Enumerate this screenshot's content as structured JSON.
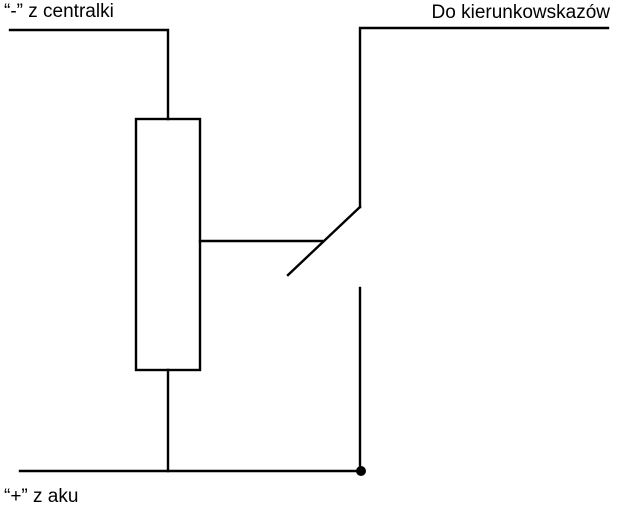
{
  "labels": {
    "minus_input": "“-” z centralki",
    "output": "Do kierunkowskazów",
    "plus_input": "“+” z aku"
  },
  "colors": {
    "wire": "#000000",
    "background": "#ffffff"
  }
}
